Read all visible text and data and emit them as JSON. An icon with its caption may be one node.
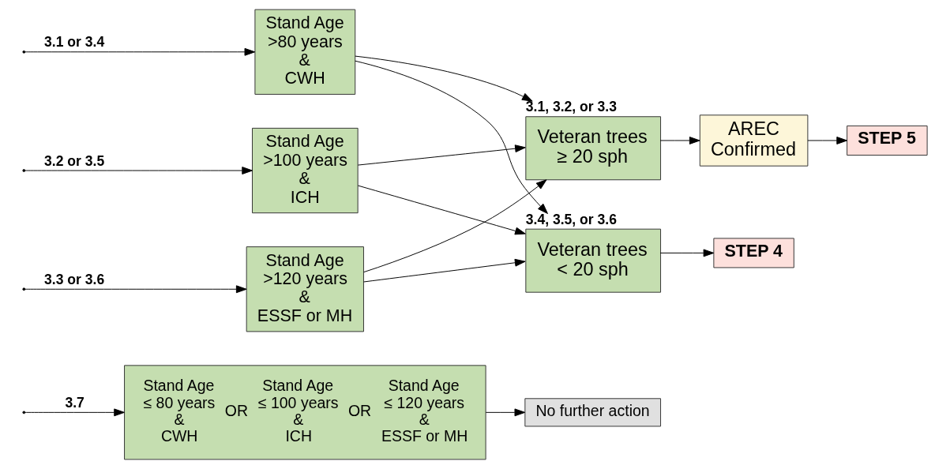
{
  "diagram": {
    "nodes": [
      {
        "text": [
          "Stand Age >80 years & CWH"
        ]
      },
      {
        "text": [
          "Stand Age >100 years & ICH"
        ]
      },
      {
        "text": [
          "Stand Age >120 years & ESSF or MH"
        ]
      },
      {
        "text": [
          "Stand Age ≤ 80 years & CWH",
          "OR",
          "Stand Age ≤ 100 years & ICH",
          "OR",
          "Stand Age ≤ 120 years & ESSF or MH"
        ]
      },
      {
        "text": [
          "Veteran trees ≥ 20 sph"
        ],
        "beside": [
          "3.1, 3.2, or 3.3"
        ]
      },
      {
        "text": [
          "Veteran trees < 20 sph"
        ],
        "beside": [
          "3.4, 3.5, or 3.6"
        ]
      },
      {
        "text": [
          "AREC Confirmed"
        ]
      },
      {
        "text": [
          "STEP 5"
        ]
      },
      {
        "text": [
          "STEP 4"
        ]
      },
      {
        "text": [
          "No further action"
        ]
      }
    ],
    "edges": [
      {
        "from": null,
        "to": 0,
        "arrow": "to",
        "label": "3.1 or 3.4"
      },
      {
        "from": null,
        "to": 1,
        "arrow": "to",
        "label": "3.2 or 3.5"
      },
      {
        "from": null,
        "to": 2,
        "arrow": "to",
        "label": "3.3 or 3.6"
      },
      {
        "from": null,
        "to": 3,
        "arrow": "to",
        "label": "3.7"
      },
      {
        "from": 0,
        "to": 4,
        "arrow": "to"
      },
      {
        "from": 1,
        "to": 4,
        "arrow": "to"
      },
      {
        "from": 2,
        "to": 4,
        "arrow": "to"
      },
      {
        "from": 0,
        "to": 5,
        "arrow": "to"
      },
      {
        "from": 1,
        "to": 5,
        "arrow": "to"
      },
      {
        "from": 2,
        "to": 5,
        "arrow": "to"
      },
      {
        "from": 4,
        "to": 6,
        "arrow": "to"
      },
      {
        "from": 6,
        "to": 7,
        "arrow": "to"
      },
      {
        "from": 5,
        "to": 8,
        "arrow": "to"
      },
      {
        "from": 3,
        "to": 9,
        "arrow": "to"
      }
    ]
  }
}
